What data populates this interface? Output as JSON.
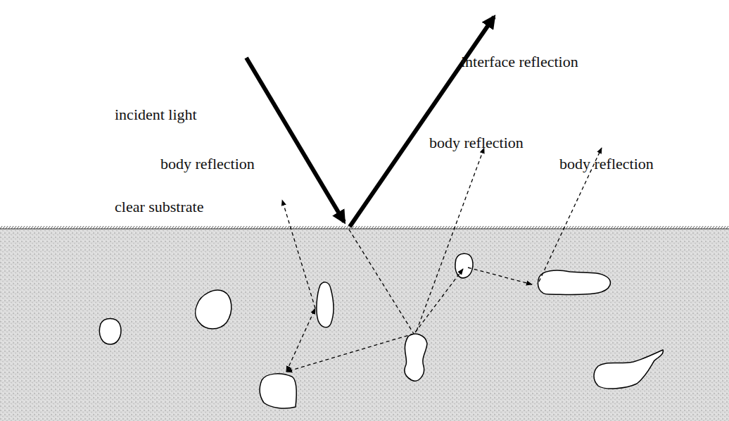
{
  "diagram": {
    "labels": [
      "interface reflection",
      "incident light",
      "body reflection",
      "body reflection",
      "body reflection",
      "clear substrate"
    ]
  }
}
